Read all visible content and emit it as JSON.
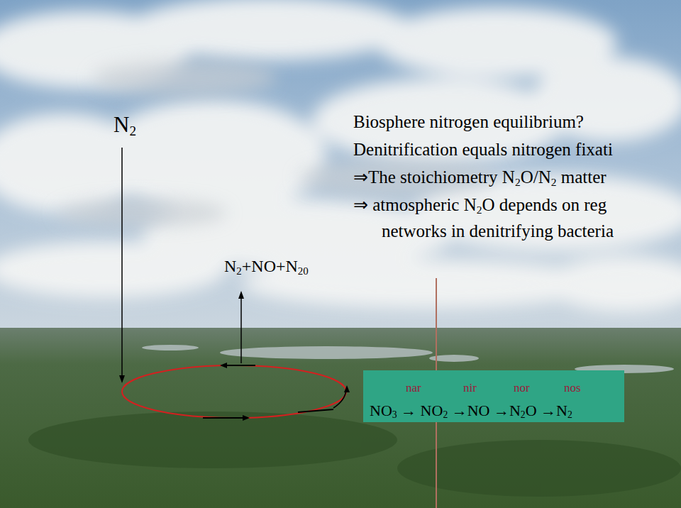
{
  "diagram": {
    "title": "Biosphere nitrogen equilibrium?",
    "nodes": [
      {
        "text": [
          "nar",
          "nir",
          "nor",
          "nos",
          "NO3 → NO2 →NO →N2O →N2"
        ]
      }
    ],
    "labels": [
      "N2",
      "Denitrification equals nitrogen fixati",
      "⇒The stoichiometry N2O/N2 matter",
      "⇒ atmospheric N2O depends on reg",
      "networks in denitrifying bacteria",
      "N2+NO+N20"
    ]
  }
}
